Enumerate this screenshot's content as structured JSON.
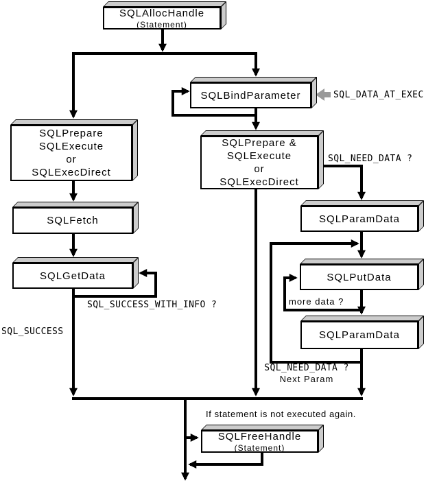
{
  "diagram": {
    "nodes": {
      "alloc": {
        "lines": [
          "SQLAllocHandle",
          "(Statement)"
        ]
      },
      "bind": {
        "lines": [
          "SQLBindParameter"
        ]
      },
      "prepare_fetch": {
        "lines": [
          "SQLPrepare",
          "SQLExecute",
          "or",
          "SQLExecDirect"
        ]
      },
      "prepare_exec": {
        "lines": [
          "SQLPrepare &",
          "SQLExecute",
          "or",
          "SQLExecDirect"
        ]
      },
      "fetch": {
        "lines": [
          "SQLFetch"
        ]
      },
      "getdata": {
        "lines": [
          "SQLGetData"
        ]
      },
      "paramdata1": {
        "lines": [
          "SQLParamData"
        ]
      },
      "putdata": {
        "lines": [
          "SQLPutData"
        ]
      },
      "paramdata2": {
        "lines": [
          "SQLParamData"
        ]
      },
      "freehandle": {
        "lines": [
          "SQLFreeHandle",
          "(Statement)"
        ]
      }
    },
    "labels": {
      "data_at_exec": "SQL_DATA_AT_EXEC",
      "need_data": "SQL_NEED_DATA ?",
      "success_with_info": "SQL_SUCCESS_WITH_INFO ?",
      "success": "SQL_SUCCESS",
      "more_data": "more data ?",
      "need_data_next_line1": "SQL_NEED_DATA ?",
      "need_data_next_line2": "Next Param",
      "free_condition": "If statement is not executed again."
    },
    "colors": {
      "line": "#000000",
      "box_face": "#ffffff",
      "box_side": "#cccccc",
      "exec_arrow": "#999999",
      "background": "#ffffff"
    }
  }
}
